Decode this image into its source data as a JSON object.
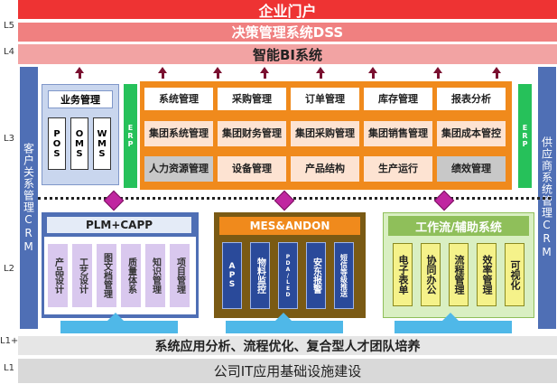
{
  "levels": {
    "l5": "L5",
    "l4": "L4",
    "l3": "L3",
    "l2": "L2",
    "l1p": "L1+",
    "l1": "L1"
  },
  "bands": {
    "portal": "企业门户",
    "dss": "决策管理系统DSS",
    "bi": "智能BI系统",
    "l1p": "系统应用分析、流程优化、复合型人才团队培养",
    "l1": "公司IT应用基础设施建设"
  },
  "left_side": "客户关系管理CRM",
  "right_side": "供应商系统管理CRM",
  "business": {
    "title": "业务管理",
    "items": [
      "POS",
      "OMS",
      "WMS"
    ]
  },
  "erp_label": "ERP",
  "erp_cells": [
    [
      "系统管理",
      "采购管理",
      "订单管理",
      "库存管理",
      "报表分析"
    ],
    [
      "集团系统管理",
      "集团财务管理",
      "集团采购管理",
      "集团销售管理",
      "集团成本管控"
    ],
    [
      "人力资源管理",
      "设备管理",
      "产品结构",
      "生产运行",
      "绩效管理"
    ]
  ],
  "plm": {
    "title": "PLM+CAPP",
    "items": [
      "产品设计",
      "工艺设计",
      "图文档管理",
      "质量体系",
      "知识管理",
      "项目管理"
    ]
  },
  "mes": {
    "title": "MES&ANDON",
    "items": [
      "APS",
      "物料监控",
      "PDA/LED",
      "安东报警",
      "短信等级推送"
    ]
  },
  "wf": {
    "title": "工作流/辅助系统",
    "items": [
      "电子表单",
      "协同办公",
      "流程管理",
      "效率管理",
      "可视化"
    ]
  },
  "colors": {
    "portal": "#ee3333",
    "erp": "#f08a1c",
    "plm": "#4f6fb5",
    "mes": "#7a5a14",
    "wf": "#b7e08a",
    "arrow": "#c026a0"
  }
}
